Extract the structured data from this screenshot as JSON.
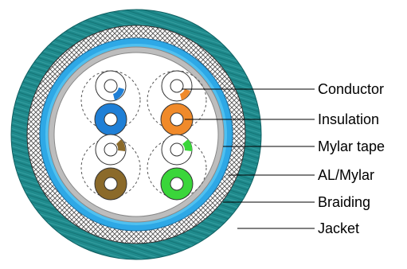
{
  "labels": {
    "conductor": "Conductor",
    "insulation": "Insulation",
    "mylar_tape": "Mylar tape",
    "al_mylar": "AL/Mylar",
    "braiding": "Braiding",
    "jacket": "Jacket"
  },
  "colors": {
    "jacket": "#1f8a8c",
    "braiding": "#c8c8c8",
    "al_mylar": "#2ea8e6",
    "mylar_tape": "#bdbdbd",
    "core_fill": "#ffffff",
    "pair_blue": "#1f7fd6",
    "pair_orange": "#f08a2a",
    "pair_brown": "#8b6a2a",
    "pair_green": "#3ad63a"
  }
}
